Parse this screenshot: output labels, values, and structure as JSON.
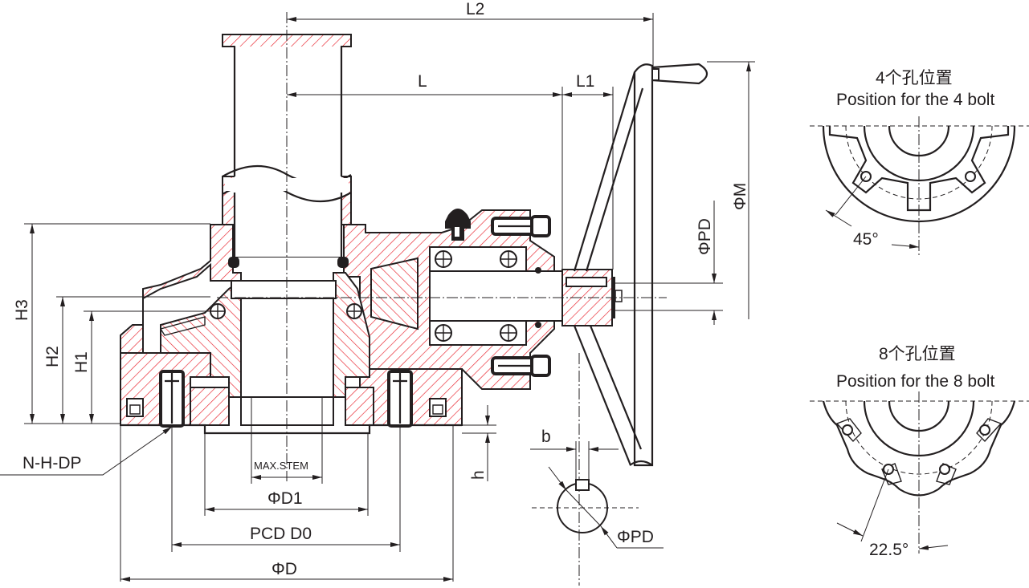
{
  "drawing": {
    "title": "Bevel gear operator with handwheel — sectional assembly",
    "section_hatch_color": "#e8202a",
    "line_color": "#231f20",
    "background": "#ffffff"
  },
  "dimensions": {
    "L2": "L2",
    "L": "L",
    "L1": "L1",
    "H3": "H3",
    "H2": "H2",
    "H1": "H1",
    "PD_vertical": "ΦPD",
    "M": "ΦM",
    "N_H_DP": "N-H-DP",
    "max_stem": "MAX.STEM",
    "D1": "ΦD1",
    "PCD_D0": "PCD D0",
    "D": "ΦD",
    "h": "h",
    "b": "b",
    "PD_key": "ΦPD"
  },
  "details": {
    "four_bolt": {
      "title_cn": "4个孔位置",
      "title_en": "Position for the 4 bolt",
      "angle": "45°"
    },
    "eight_bolt": {
      "title_cn": "8个孔位置",
      "title_en": "Position for the 8 bolt",
      "angle": "22.5°"
    }
  }
}
